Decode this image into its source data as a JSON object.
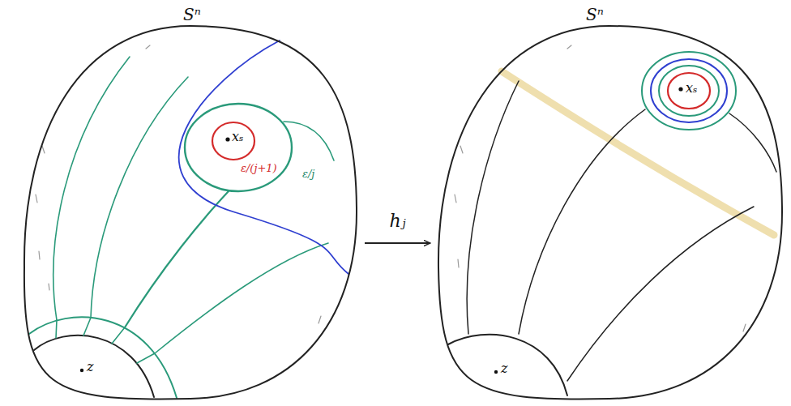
{
  "diagram": {
    "nodes": [
      {
        "text": [
          "Sⁿ"
        ]
      },
      {
        "text": [
          "Sⁿ"
        ]
      }
    ],
    "edges": [
      {
        "from": 0,
        "to": 1,
        "arrow": "to",
        "label": "hⱼ"
      }
    ],
    "labels": [
      "xₛ",
      "ε/(j+1)",
      "ε/j",
      "z",
      "xₛ",
      "z"
    ]
  }
}
